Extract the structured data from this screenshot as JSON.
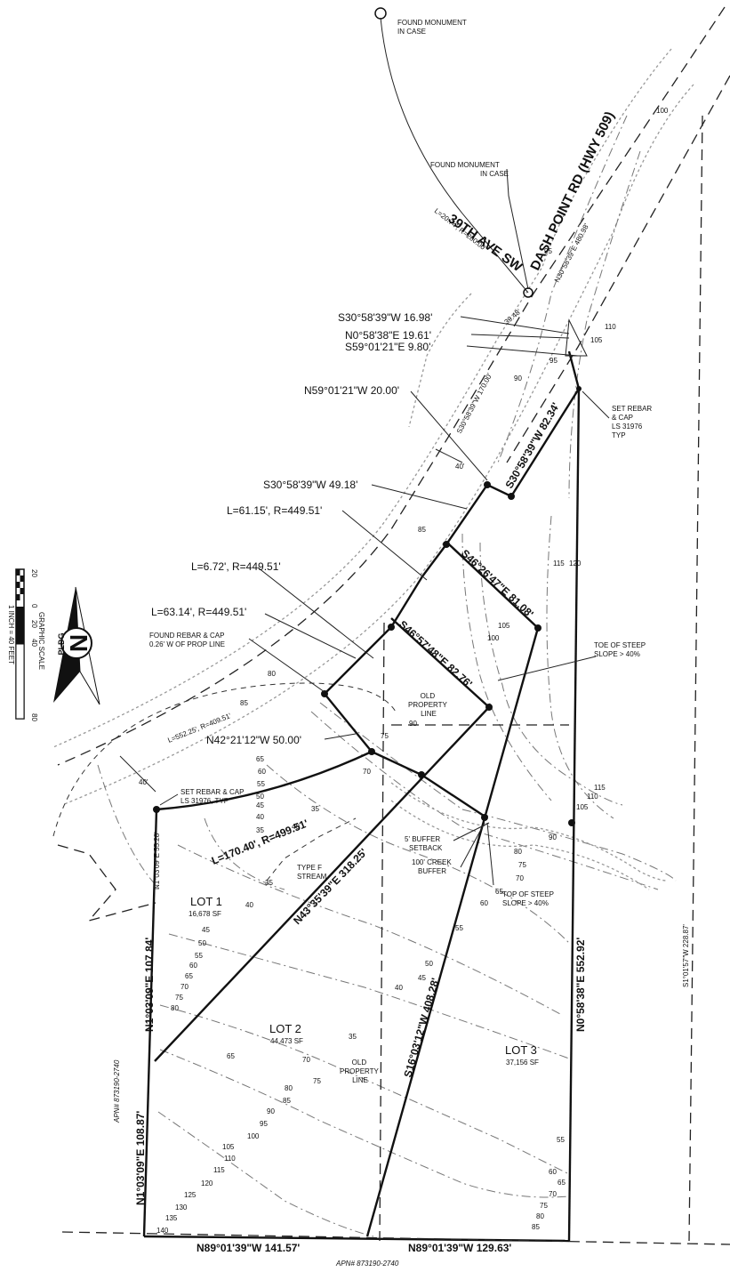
{
  "road": {
    "name_1": "39TH AVE SW",
    "name_2": "DASH POINT RD (HWY 509)",
    "curve_top": "L=20.74', R=200.00'",
    "bearing_top": "N30°58'39\"E 480.98'",
    "dist_3948": "39.48'",
    "bearing_170": "S30°58'39\"W 170.00'",
    "curve_left": "L=552.25', R=409.51'",
    "width_40_a": "40'",
    "width_40_b": "40'"
  },
  "notes": {
    "monument_1": [
      "FOUND MONUMENT",
      "IN CASE"
    ],
    "monument_2": [
      "FOUND MONUMENT",
      "IN CASE"
    ],
    "set_rebar_right": [
      "SET REBAR",
      "& CAP",
      "LS 31976",
      "TYP"
    ],
    "set_rebar_left": [
      "SET REBAR & CAP",
      "LS 31976, TYP"
    ],
    "found_rebar": [
      "FOUND REBAR & CAP",
      "0.26' W OF PROP LINE"
    ],
    "toe_slope": [
      "TOE OF STEEP",
      "SLOPE > 40%"
    ],
    "top_slope": [
      "TOP OF STEEP",
      "SLOPE > 40%"
    ],
    "old_line_1": [
      "OLD",
      "PROPERTY",
      "LINE"
    ],
    "old_line_2": [
      "OLD",
      "PROPERTY",
      "LINE"
    ],
    "buffer_setback": [
      "5' BUFFER",
      "SETBACK"
    ],
    "creek_buffer": [
      "100' CREEK",
      "BUFFER"
    ],
    "stream": [
      "TYPE F",
      "STREAM"
    ],
    "apn_left": "APN# 873190-2740",
    "apn_bottom": "APN# 873190-2740"
  },
  "calls": {
    "c1": "S30°58'39\"W 16.98'",
    "c2": "N0°58'38\"E 19.61'",
    "c3": "S59°01'21\"E 9.80'",
    "c4": "N59°01'21\"W 20.00'",
    "c5": "S30°58'39\"W 49.18'",
    "c6": "L=61.15', R=449.51'",
    "c7": "L=6.72', R=449.51'",
    "c8": "L=63.14', R=449.51'",
    "c9": "N42°21'12\"W 50.00'",
    "c10": "S30°58'39\"W 82.34'",
    "c11": "S46°26'47\"E 81.08'",
    "c12": "S46°57'48\"E 82.76'",
    "c13": "L=170.40', R=499.51'",
    "c14": "N43°35'39\"E 318.25'",
    "c15": "N1°03'09\"E 55.28'",
    "c16": "N1°03'09\"E 107.84'",
    "c17": "N1°03'09\"E 108.87'",
    "c18": "S16°03'12\"W 408.28'",
    "c19": "N0°58'38\"E 552.92'",
    "c20": "S1°01'57\"W 228.87'",
    "c21": "N89°01'39\"W 141.57'",
    "c22": "N89°01'39\"W 129.63'"
  },
  "lots": [
    {
      "name": "LOT 1",
      "area": "16,678 SF"
    },
    {
      "name": "LOT 2",
      "area": "44,473 SF"
    },
    {
      "name": "LOT 3",
      "area": "37,156 SF"
    }
  ],
  "scale": {
    "title": "GRAPHIC SCALE",
    "note": "1 INCH = 40 FEET",
    "ticks": [
      "20",
      "0",
      "20",
      "40",
      "80"
    ]
  },
  "north": {
    "letter": "N",
    "sub": "PLDG"
  },
  "contours": {
    "c100": "100",
    "c95": "95",
    "c90": "90",
    "c105": "105",
    "c110": "110",
    "c85": "85",
    "c80": "80",
    "c75": "75",
    "c70": "70",
    "c65": "65",
    "c60": "60",
    "c55": "55",
    "c50": "50",
    "c45": "45",
    "c40": "40",
    "c35": "35",
    "c115": "115",
    "c120": "120",
    "c125": "125",
    "c130": "130",
    "c135": "135",
    "c140": "140"
  }
}
